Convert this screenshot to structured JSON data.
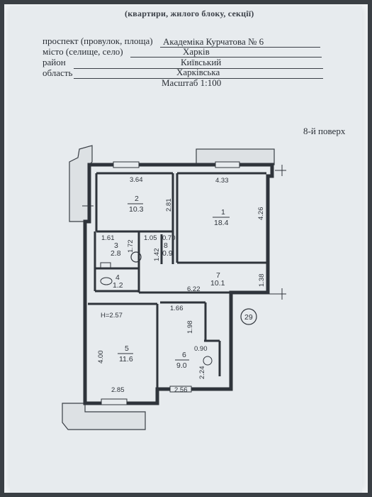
{
  "header": {
    "cut_caption": "(квартири, жилого блоку, секції)",
    "street_label": "проспект (провулок, площа)",
    "street_value": "Академіка Курчатова № 6",
    "city_label": "місто (селище, село)",
    "city_value": "Харків",
    "district_label": "район",
    "district_value": "Київський",
    "region_label": "область",
    "region_value": "Харківська",
    "scale": "Масштаб 1:100",
    "floor": "8-й поверх"
  },
  "plan": {
    "rooms": [
      {
        "number": "1",
        "area": "18.4"
      },
      {
        "number": "2",
        "area": "10.3"
      },
      {
        "number": "3",
        "area": "2.8"
      },
      {
        "number": "4",
        "area": "1.2"
      },
      {
        "number": "5",
        "area": "11.6"
      },
      {
        "number": "6",
        "area": "9.0"
      },
      {
        "number": "7",
        "area": "10.1"
      },
      {
        "number": "8",
        "area": "0.9"
      }
    ],
    "dimensions": [
      "3.64",
      "2.81",
      "4.33",
      "4.26",
      "1.61",
      "1.72",
      "1.05",
      "0.70",
      "1.42",
      "1.38",
      "6.22",
      "1.66",
      "1.98",
      "0.90",
      "2.24",
      "H=2.57",
      "4.00",
      "2.85",
      "2.56"
    ],
    "apartment_number": "29"
  }
}
